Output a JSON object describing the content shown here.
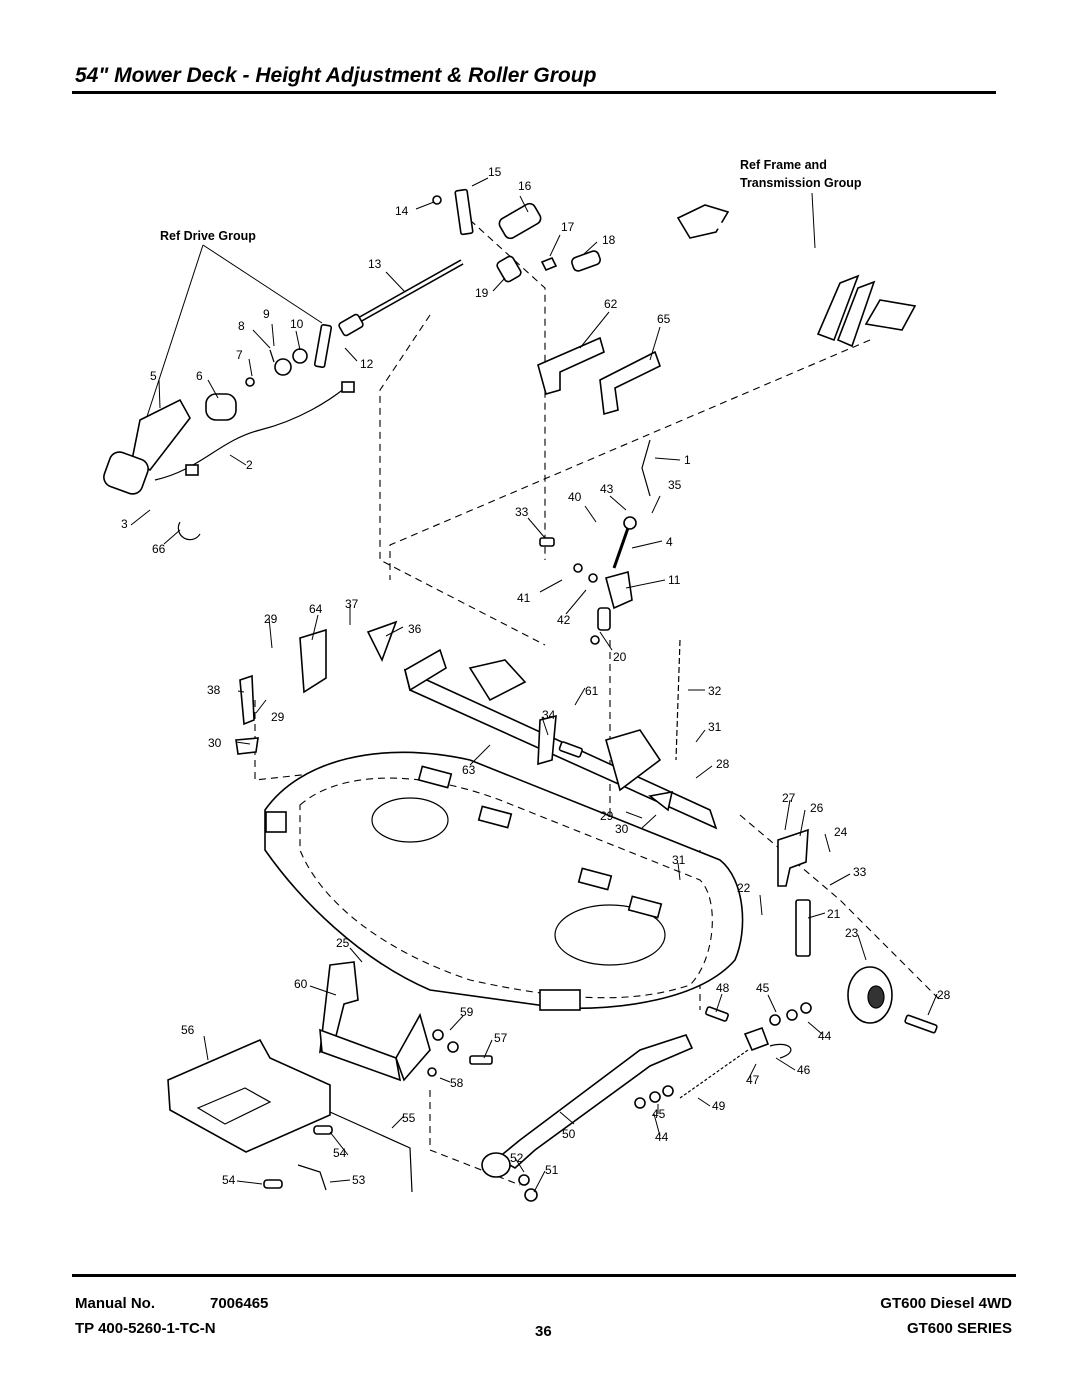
{
  "page": {
    "title": "54\" Mower Deck - Height Adjustment & Roller Group"
  },
  "references": {
    "drive_group": "Ref Drive Group",
    "frame_line1": "Ref Frame and",
    "frame_line2": "Transmission Group"
  },
  "callouts": [
    "15",
    "16",
    "14",
    "17",
    "18",
    "13",
    "19",
    "62",
    "65",
    "9",
    "8",
    "10",
    "12",
    "7",
    "5",
    "6",
    "2",
    "3",
    "66",
    "1",
    "40",
    "43",
    "35",
    "33",
    "4",
    "41",
    "42",
    "11",
    "37",
    "29",
    "64",
    "36",
    "20",
    "38",
    "29",
    "61",
    "32",
    "30",
    "34",
    "31",
    "28",
    "63",
    "27",
    "26",
    "29",
    "30",
    "24",
    "31",
    "33",
    "22",
    "21",
    "23",
    "25",
    "60",
    "48",
    "45",
    "28",
    "59",
    "56",
    "57",
    "44",
    "58",
    "47",
    "46",
    "55",
    "49",
    "45",
    "50",
    "44",
    "54",
    "52",
    "51",
    "54",
    "53"
  ],
  "footer": {
    "manual_label": "Manual No.",
    "manual_number": "7006465",
    "tp_number": "TP 400-5260-1-TC-N",
    "page_number": "36",
    "model": "GT600 Diesel 4WD",
    "series": "GT600 SERIES"
  }
}
